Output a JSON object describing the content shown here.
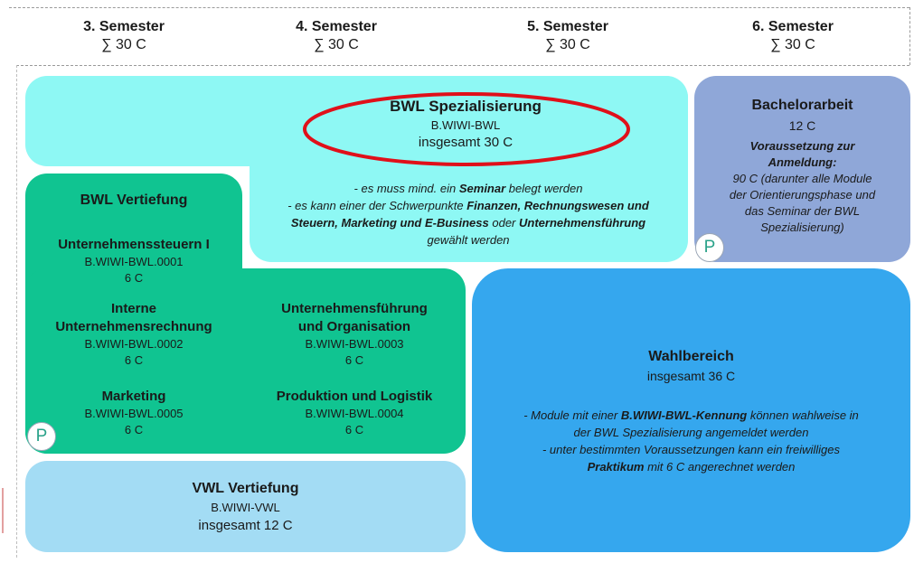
{
  "semesters": [
    {
      "title": "3. Semester",
      "credits": "∑ 30 C"
    },
    {
      "title": "4. Semester",
      "credits": "∑ 30 C"
    },
    {
      "title": "5. Semester",
      "credits": "∑ 30 C"
    },
    {
      "title": "6. Semester",
      "credits": "∑ 30 C"
    }
  ],
  "bwl_spez": {
    "title": "BWL Spezialisierung",
    "code": "B.WIWI-BWL",
    "credits": "insgesamt 30 C",
    "note1_a": "- es muss mind. ein ",
    "note1_b": "Seminar",
    "note1_c": " belegt werden",
    "note2_a": "- es kann einer der Schwerpunkte ",
    "note2_b": "Finanzen, Rechnungswesen und",
    "note3_a": "Steuern, Marketing und E-Business",
    "note3_b": " oder ",
    "note3_c": "Unternehmensführung",
    "note4": "gewählt werden"
  },
  "bachelor": {
    "title": "Bachelorarbeit",
    "credits": "12 C",
    "req_title_1": "Voraussetzung zur",
    "req_title_2": "Anmeldung:",
    "req_1": "90 C (darunter alle Module",
    "req_2": "der Orientierungsphase und",
    "req_3": "das Seminar der BWL",
    "req_4": "Spezialisierung)",
    "badge": "P"
  },
  "bwl_vert": {
    "title": "BWL Vertiefung",
    "badge": "P",
    "modules": [
      {
        "name": "Unternehmenssteuern I",
        "name2": "",
        "code": "B.WIWI-BWL.0001",
        "credits": "6 C"
      },
      {
        "name": "Interne",
        "name2": "Unternehmensrechnung",
        "code": "B.WIWI-BWL.0002",
        "credits": "6 C"
      },
      {
        "name": "Unternehmensführung",
        "name2": "und Organisation",
        "code": "B.WIWI-BWL.0003",
        "credits": "6 C"
      },
      {
        "name": "Marketing",
        "name2": "",
        "code": "B.WIWI-BWL.0005",
        "credits": "6 C"
      },
      {
        "name": "Produktion und Logistik",
        "name2": "",
        "code": "B.WIWI-BWL.0004",
        "credits": "6 C"
      }
    ]
  },
  "wahlbereich": {
    "title": "Wahlbereich",
    "credits": "insgesamt 36 C",
    "l1_a": "- Module mit einer ",
    "l1_b": "B.WIWI-BWL-Kennung",
    "l1_c": " können wahlweise in",
    "l2": "der BWL Spezialisierung angemeldet werden",
    "l3": "- unter bestimmten Voraussetzungen kann ein freiwilliges",
    "l4_a": "Praktikum",
    "l4_b": " mit 6 C angerechnet werden"
  },
  "vwl": {
    "title": "VWL Vertiefung",
    "code": "B.WIWI-VWL",
    "credits": "insgesamt 12 C"
  },
  "colors": {
    "bwl_spez": "#8ef8f4",
    "bachelor": "#8fa7d8",
    "bwl_vert": "#10c491",
    "wahlbereich": "#35a7ee",
    "vwl": "#a3dcf4",
    "highlight": "#e0101a"
  }
}
